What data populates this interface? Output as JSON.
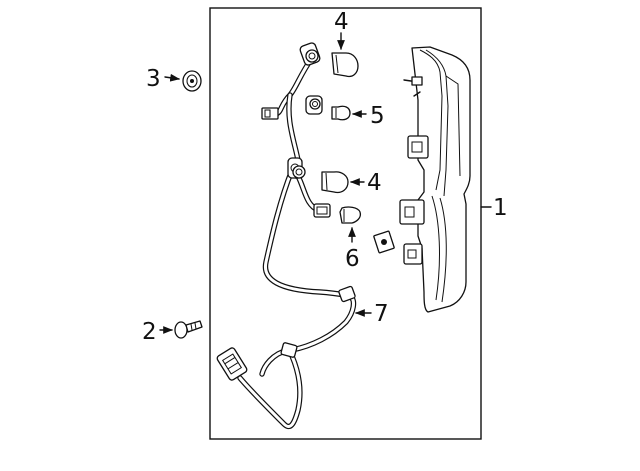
{
  "callouts": {
    "c1": "1",
    "c2": "2",
    "c3": "3",
    "c4_top": "4",
    "c4_mid": "4",
    "c5": "5",
    "c6": "6",
    "c7": "7"
  },
  "colors": {
    "line": "#111111",
    "background": "#ffffff"
  }
}
